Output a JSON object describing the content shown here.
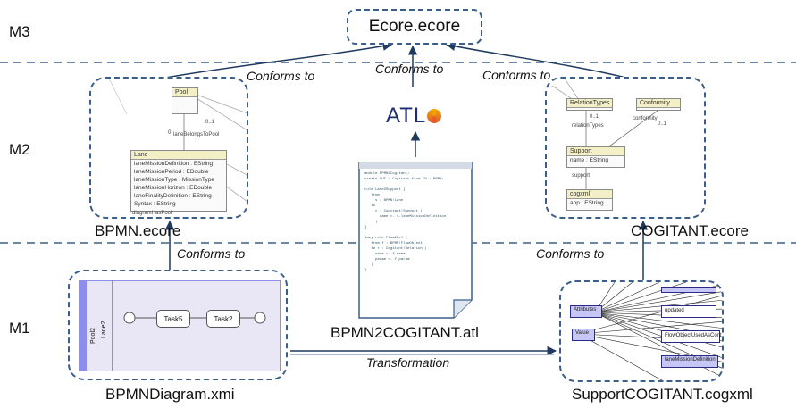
{
  "levels": {
    "m3": "M3",
    "m2": "M2",
    "m1": "M1"
  },
  "top": {
    "ecore": "Ecore.ecore"
  },
  "conforms": "Conforms to",
  "transformation": "Transformation",
  "models": {
    "bpmn_ecore": "BPMN.ecore",
    "cogitant_ecore": "COGITANT.ecore",
    "atl_file": "BPMN2COGITANT.atl",
    "bpmn_diagram": "BPMNDiagram.xmi",
    "support_cogxml": "SupportCOGITANT.cogxml",
    "atl_logo": "ATL"
  },
  "bpmn_meta": {
    "pool": "Pool",
    "mult": "0..1",
    "zero": "0",
    "lane_to_pool": "laneBelongsToPool",
    "lane": "Lane",
    "attrs": [
      "laneMissionDefinition : EString",
      "laneMissionPeriod : EDouble",
      "laneMissionType : MissionType",
      "laneMissionHorizon : EDouble",
      "laneFinalityDefinition : EString",
      "Syntax : EString"
    ],
    "footer": "diagramHasPool"
  },
  "cog_meta": {
    "relation_types": "RelationTypes",
    "conformity": "Conformity",
    "r_mult": "0..1",
    "r_label": "relationTypes",
    "c_label": "conformity",
    "c_mult": "0..1",
    "support": "Support",
    "support_attr": "name : EString",
    "support_label": "support",
    "cogxml": "cogxml",
    "cogxml_attr": "app : EString"
  },
  "bpmn_diag": {
    "pool": "Pool2",
    "lane": "Lane2",
    "task1": "Task5",
    "task2": "Task2"
  },
  "cog_diag": {
    "attributes": "Attributes",
    "value": "Value",
    "updated": "updated",
    "flow": "FlowObjectUsedAsControl",
    "lane_mission": "laneMissionDefinition"
  },
  "colors": {
    "dash": "#3b5f8c",
    "arrow": "#1f3a5f",
    "lane_fill": "#c7c7f7",
    "pool_bar": "#8d8dea"
  }
}
